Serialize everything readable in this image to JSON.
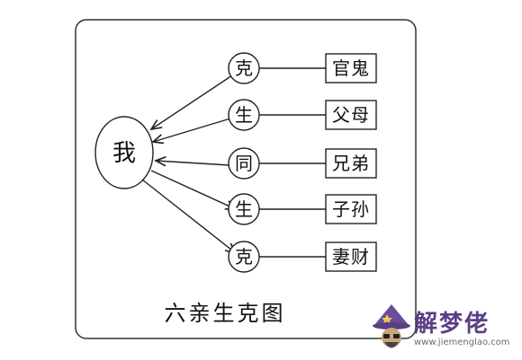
{
  "diagram": {
    "center": "我",
    "relations": [
      {
        "relation": "克",
        "role": "官鬼"
      },
      {
        "relation": "生",
        "role": "父母"
      },
      {
        "relation": "同",
        "role": "兄弟"
      },
      {
        "relation": "生",
        "role": "子孙"
      },
      {
        "relation": "克",
        "role": "妻财"
      }
    ],
    "caption": "六亲生克图"
  },
  "watermark": {
    "title": "解梦佬",
    "url": "www.jiemenglao.com",
    "mascot_icon": "wizard-hat-mascot-icon"
  }
}
